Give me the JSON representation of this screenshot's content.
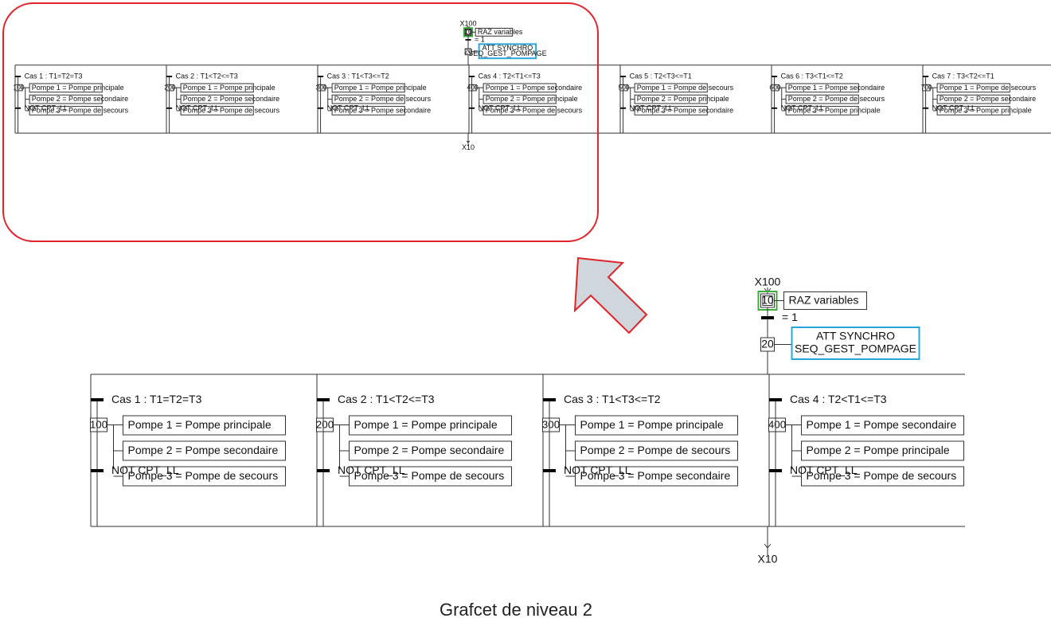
{
  "caption": "Grafcet de niveau 2",
  "colors": {
    "highlight_frame": "#e0242a",
    "init_step_frame": "#3daa3d",
    "synchro_frame": "#2aa5dc",
    "arrow_fill": "#cfd6dc",
    "arrow_stroke": "#e0242a",
    "line": "#333333"
  },
  "grafcet": {
    "entry_label": "X100",
    "exit_label": "X10",
    "init_step": {
      "number": "10",
      "action": "RAZ variables"
    },
    "first_transition": "= 1",
    "synchro_step": {
      "number": "20",
      "action_line1": "ATT SYNCHRO",
      "action_line2": "SEQ_GEST_POMPAGE"
    },
    "branch_exit_condition": "NOT CPT_LL",
    "branches": [
      {
        "condition": "Cas 1 : T1=T2=T3",
        "step": "100",
        "actions": [
          "Pompe 1 = Pompe principale",
          "Pompe 2 = Pompe secondaire",
          "Pompe 3 = Pompe de secours"
        ]
      },
      {
        "condition": "Cas 2 : T1<T2<=T3",
        "step": "200",
        "actions": [
          "Pompe 1 = Pompe principale",
          "Pompe 2 = Pompe secondaire",
          "Pompe 3 = Pompe de secours"
        ]
      },
      {
        "condition": "Cas 3 : T1<T3<=T2",
        "step": "300",
        "actions": [
          "Pompe 1 = Pompe principale",
          "Pompe 2 = Pompe de secours",
          "Pompe 3 = Pompe secondaire"
        ]
      },
      {
        "condition": "Cas 4 : T2<T1<=T3",
        "step": "400",
        "actions": [
          "Pompe 1 = Pompe secondaire",
          "Pompe 2 = Pompe principale",
          "Pompe 3 = Pompe de secours"
        ]
      },
      {
        "condition": "Cas 5 : T2<T3<=T1",
        "step": "500",
        "actions": [
          "Pompe 1 = Pompe de secours",
          "Pompe 2 = Pompe principale",
          "Pompe 3 = Pompe secondaire"
        ]
      },
      {
        "condition": "Cas 6 : T3<T1<=T2",
        "step": "600",
        "actions": [
          "Pompe 1 = Pompe secondaire",
          "Pompe 2 = Pompe de secours",
          "Pompe 3 = Pompe principale"
        ]
      },
      {
        "condition": "Cas 7 : T3<T2<=T1",
        "step": "700",
        "actions": [
          "Pompe 1 = Pompe de secours",
          "Pompe 2 = Pompe secondaire",
          "Pompe 3 = Pompe principale"
        ]
      }
    ]
  }
}
